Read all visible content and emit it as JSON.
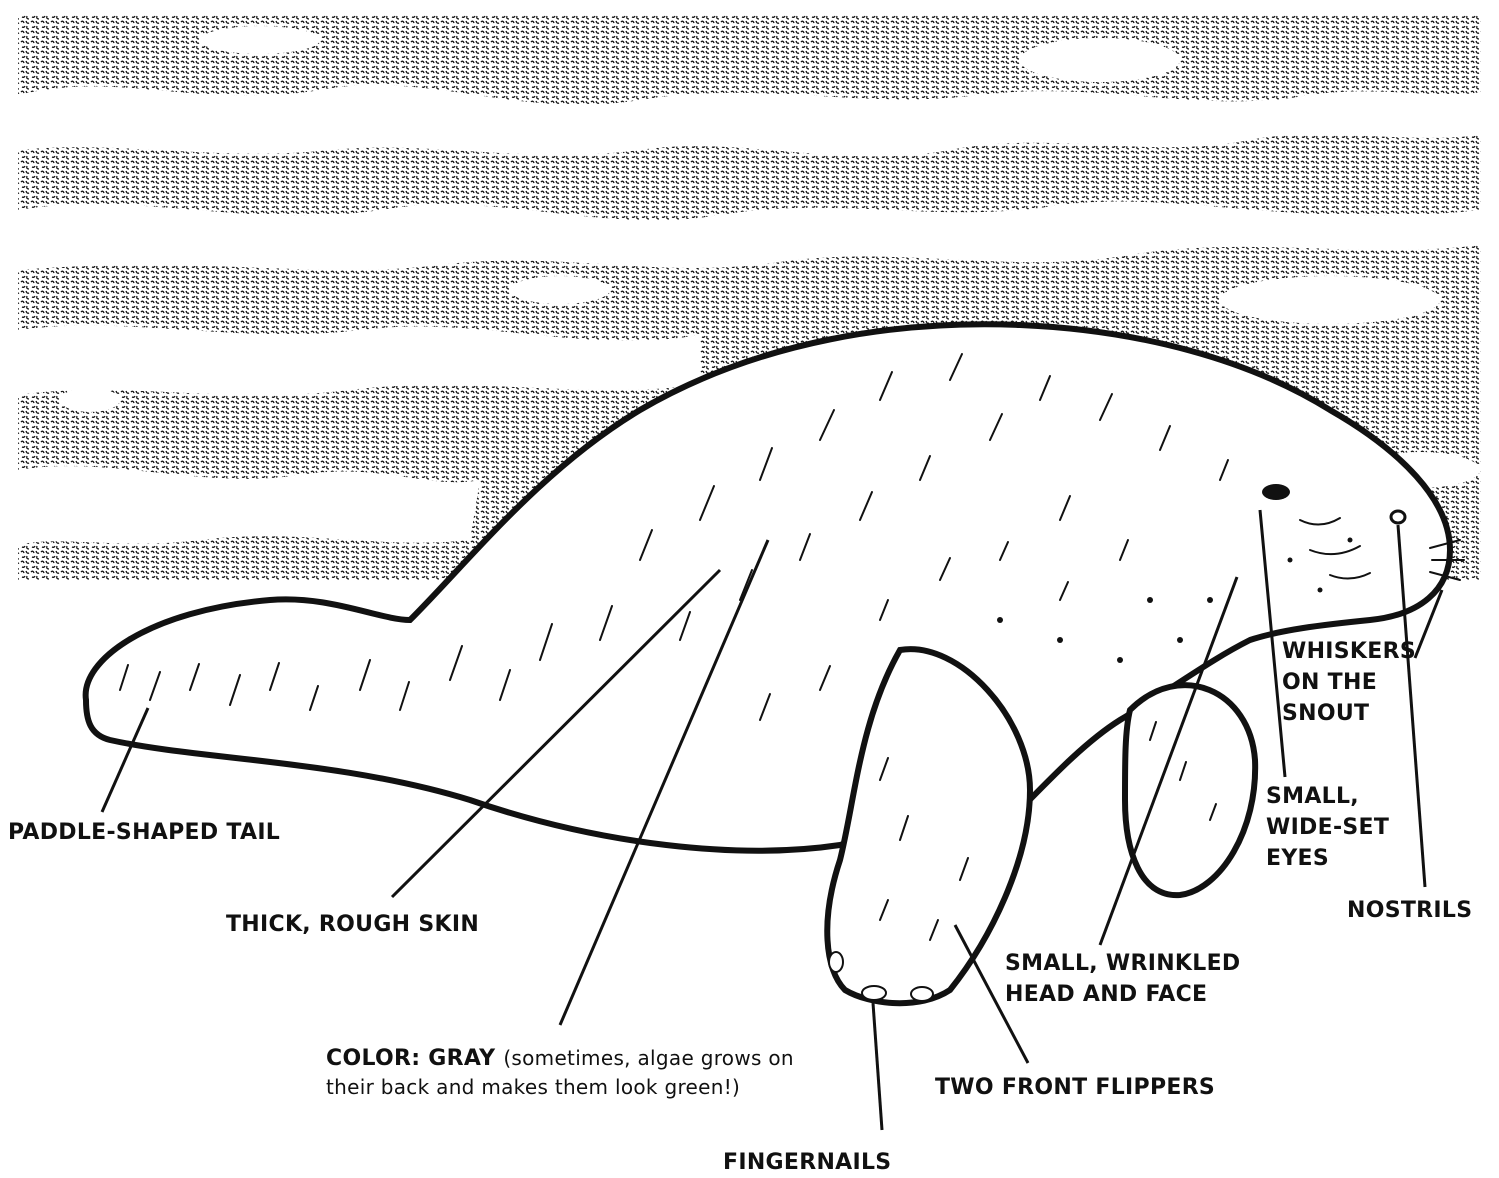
{
  "labels": {
    "tail": "PADDLE-SHAPED TAIL",
    "skin": "THICK, ROUGH SKIN",
    "color_key": "COLOR: GRAY",
    "color_note_line1": "(sometimes, algae grows on",
    "color_note_line2": "their back and makes them look green!)",
    "fingernails": "FINGERNAILS",
    "flippers": "TWO FRONT FLIPPERS",
    "head_line1": "SMALL, WRINKLED",
    "head_line2": "HEAD AND FACE",
    "whiskers_line1": "WHISKERS",
    "whiskers_line2": "ON THE",
    "whiskers_line3": "SNOUT",
    "eyes_line1": "SMALL,",
    "eyes_line2": "WIDE-SET",
    "eyes_line3": "EYES",
    "nostrils": "NOSTRILS"
  },
  "colors": {
    "ink": "#111111",
    "background": "#ffffff",
    "water_texture": "#111111"
  },
  "icons": {
    "subject": "manatee-illustration",
    "background": "stippled-water-texture"
  }
}
